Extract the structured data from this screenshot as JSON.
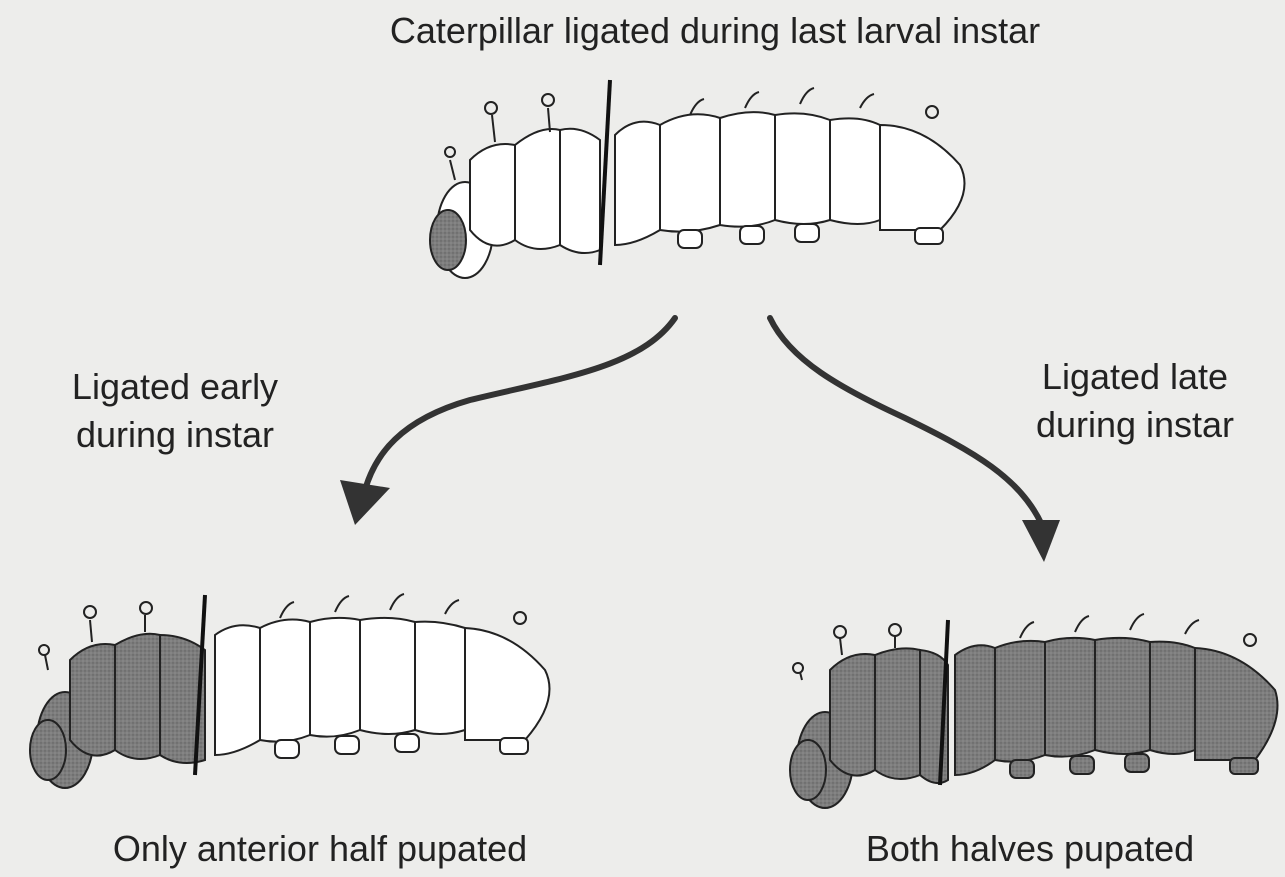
{
  "title": "Caterpillar ligated during last larval instar",
  "branches": {
    "left": {
      "condition_line1": "Ligated early",
      "condition_line2": "during instar",
      "outcome": "Only anterior half pupated"
    },
    "right": {
      "condition_line1": "Ligated late",
      "condition_line2": "during instar",
      "outcome": "Both halves pupated"
    }
  },
  "colors": {
    "background": "#ededeb",
    "ink": "#1a1a1a",
    "pupated_fill": "#7a7a7a",
    "larval_fill": "#ffffff"
  }
}
